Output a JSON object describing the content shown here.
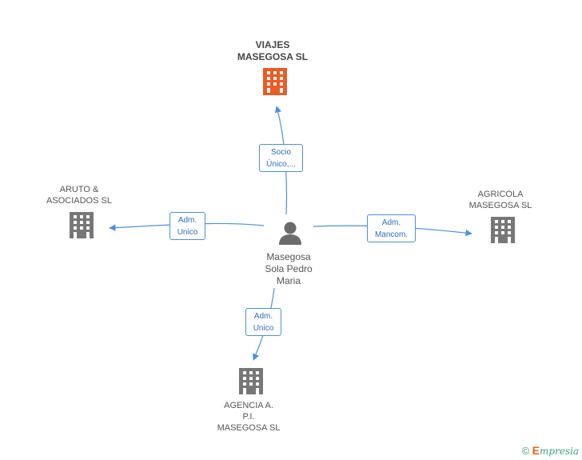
{
  "colors": {
    "edge": "#4a90e2",
    "main_company": "#ee5a24",
    "company": "#777777",
    "person": "#6b6b6b"
  },
  "nodes": {
    "main": {
      "lines": [
        "VIAJES",
        "MASEGOSA SL"
      ],
      "icon": "building-icon"
    },
    "aruto": {
      "lines": [
        "ARUTO &",
        "ASOCIADOS SL"
      ],
      "icon": "building-icon"
    },
    "agricola": {
      "lines": [
        "AGRICOLA",
        "MASEGOSA SL"
      ],
      "icon": "building-icon"
    },
    "agencia": {
      "lines": [
        "AGENCIA A.",
        "P.I.",
        "MASEGOSA SL"
      ],
      "icon": "building-icon"
    },
    "person": {
      "lines": [
        "Masegosa",
        "Sola Pedro",
        "Maria"
      ],
      "icon": "person-icon"
    }
  },
  "edges": {
    "to_main": [
      "Socio",
      "Único,..."
    ],
    "to_aruto": [
      "Adm.",
      "Unico"
    ],
    "to_agricola": [
      "Adm.",
      "Mancom."
    ],
    "to_agencia": [
      "Adm.",
      "Unico"
    ]
  },
  "footer": {
    "copyright": "©",
    "brand_initial": "E",
    "brand_rest": "mpresia"
  }
}
